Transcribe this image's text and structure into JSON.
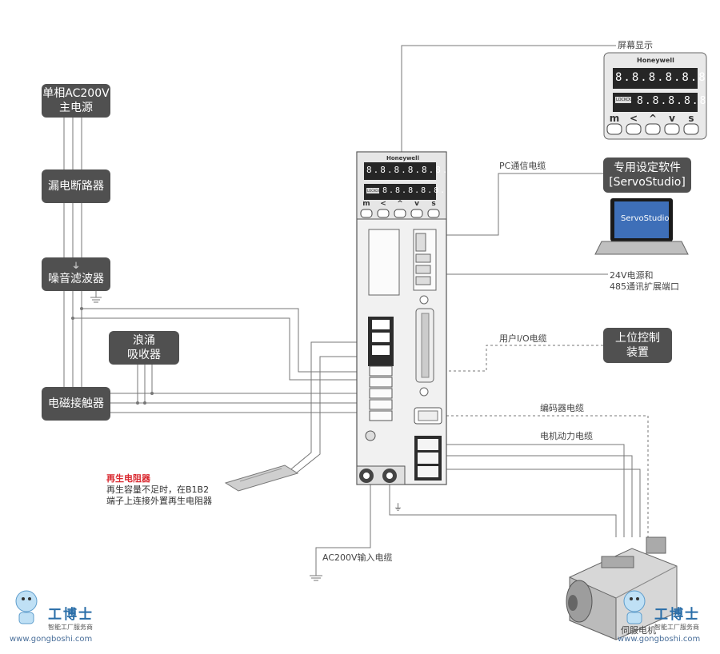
{
  "blocks": {
    "power_main": [
      "单相AC200V",
      "主电源"
    ],
    "breaker": "漏电断路器",
    "filter": "噪音滤波器",
    "surge": [
      "浪涌",
      "吸收器"
    ],
    "contactor": "电磁接触器",
    "software": [
      "专用设定软件",
      "[ServoStudio]"
    ],
    "host_controller": [
      "上位控制",
      "装置"
    ]
  },
  "labels": {
    "display": "屏幕显示",
    "pc_cable": "PC通信电缆",
    "port_24v": [
      "24V电源和",
      "485通讯扩展端口"
    ],
    "io_cable": "用户I/O电缆",
    "encoder_cable": "编码器电缆",
    "motor_power_cable": "电机动力电缆",
    "ac_input_cable": "AC200V输入电缆",
    "motor": "伺服电机"
  },
  "regen": {
    "title": "再生电阻器",
    "line1": "再生容量不足时，在B1B2",
    "line2": "端子上连接外置再生电阻器"
  },
  "panel": {
    "brand": "Honeywell",
    "digits_top": "8.8.8.8.8.8.",
    "digits_bottom": "8.8.8.8.8.",
    "badge": "LOCKOUT",
    "keys": [
      "m",
      "<",
      "^",
      "v",
      "s"
    ]
  },
  "laptop_screen": "ServoStudio",
  "ground_symbol": "⏚",
  "watermark": {
    "brand": "工博士",
    "slogan": "智能工厂服务商",
    "url": "www.gongboshi.com"
  },
  "colors": {
    "block": "#505050",
    "line": "#777777",
    "accent_red": "#d9272e",
    "watermark": "#2a6ea8"
  }
}
